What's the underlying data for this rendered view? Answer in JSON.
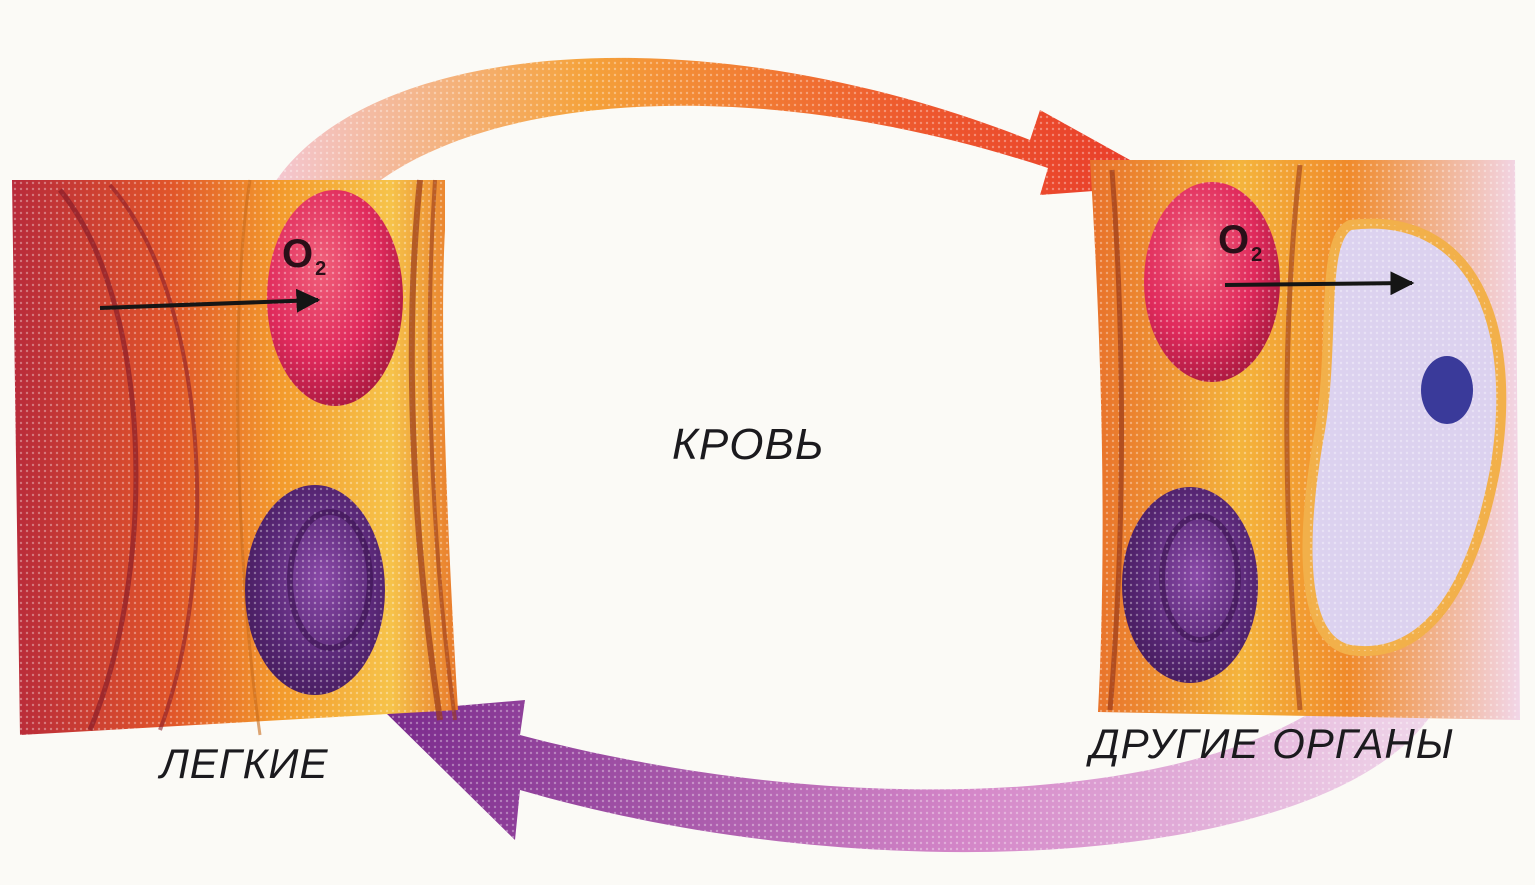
{
  "labels": {
    "center": "КРОВЬ",
    "left": "ЛЕГКИЕ",
    "right": "ДРУГИЕ ОРГАНЫ"
  },
  "molecule": {
    "symbol": "O",
    "subscript": "2"
  },
  "colors": {
    "background": "#fbfaf6",
    "top_arrow": "#e8392a",
    "bottom_arrow": "#7a2a8c",
    "oxygenated_cell": "#e02a5c",
    "deoxygenated_cell": "#5a2878",
    "tissue_orange": "#f08a2a",
    "tissue_red": "#d4402c",
    "tissue_yellow": "#f5c83a",
    "organ_cell": "#d8d0ee",
    "nucleus": "#3a3a9a"
  }
}
